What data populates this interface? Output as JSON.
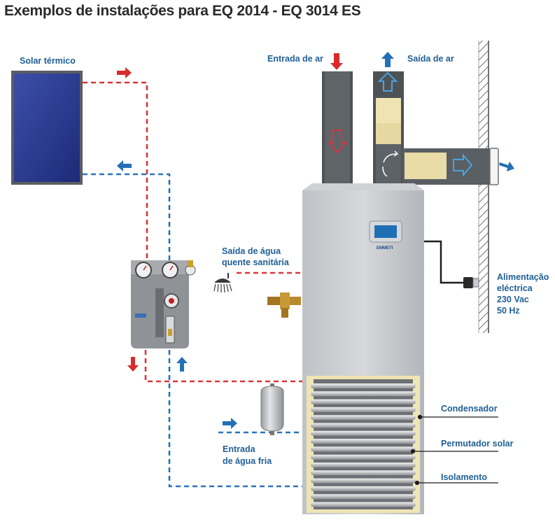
{
  "title": "Exemplos de instalações para EQ 2014 - EQ 3014 ES",
  "labels": {
    "solar": "Solar térmico",
    "air_in": "Entrada de ar",
    "air_out": "Saída de ar",
    "hot_water_1": "Saída de água",
    "hot_water_2": "quente sanitária",
    "power_1": "Alimentação",
    "power_2": "eléctrica",
    "power_3": "230 Vac",
    "power_4": "50 Hz",
    "condenser": "Condensador",
    "solar_exchanger": "Permutador solar",
    "insulation": "Isolamento",
    "cold_water_1": "Entrada",
    "cold_water_2": "de água fria"
  },
  "brand": "EMMETI",
  "colors": {
    "hot_pipe": "#d9353f",
    "cold_pipe": "#2b73b8",
    "label_blue": "#1f5f95",
    "arrow_red": "#d92b2b",
    "arrow_blue": "#2470b6"
  }
}
